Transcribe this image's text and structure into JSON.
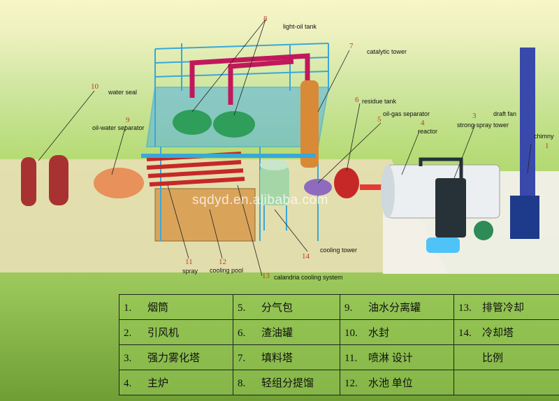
{
  "labels": {
    "light_oil_tank": "light-oil tank",
    "catalytic_tower": "catalytic tower",
    "residue_tank": "residue tank",
    "oil_gas_separator": "oil-gas separator",
    "reactor": "reactor",
    "strong_spray_tower": "strong spray tower",
    "draft_fan": "draft fan",
    "chimny": "chimny",
    "water_seal": "water seal",
    "oil_water_separator": "oil-water separator",
    "cooling_tower": "cooling tower",
    "spray": "spray",
    "cooling_pool": "cooling pool",
    "calandria_cooling_system": "calandria cooling system"
  },
  "numbers": {
    "n1": "1",
    "n3": "3",
    "n4": "4",
    "n5": "5",
    "n6": "6",
    "n7": "7",
    "n8": "8",
    "n9": "9",
    "n10": "10",
    "n11": "11",
    "n12": "12",
    "n13": "13",
    "n14": "14"
  },
  "watermark": "sqdyd.en.alibaba.com",
  "legend": {
    "rows": [
      [
        {
          "n": "1.",
          "t": "烟筒"
        },
        {
          "n": "5.",
          "t": "分气包"
        },
        {
          "n": "9.",
          "t": "油水分离罐"
        },
        {
          "n": "13.",
          "t": "排管冷却"
        }
      ],
      [
        {
          "n": "2.",
          "t": "引风机"
        },
        {
          "n": "6.",
          "t": "渣油罐"
        },
        {
          "n": "10.",
          "t": "水封"
        },
        {
          "n": "14.",
          "t": "冷却塔"
        }
      ],
      [
        {
          "n": "3.",
          "t": "强力雾化塔"
        },
        {
          "n": "7.",
          "t": "填料塔"
        },
        {
          "n": "11.",
          "t": "喷淋 设计"
        },
        {
          "n": "",
          "t": "比例"
        }
      ],
      [
        {
          "n": "4.",
          "t": "主炉"
        },
        {
          "n": "8.",
          "t": "轻组分提馏"
        },
        {
          "n": "12.",
          "t": "水池 单位"
        },
        {
          "n": "",
          "t": ""
        }
      ]
    ]
  }
}
